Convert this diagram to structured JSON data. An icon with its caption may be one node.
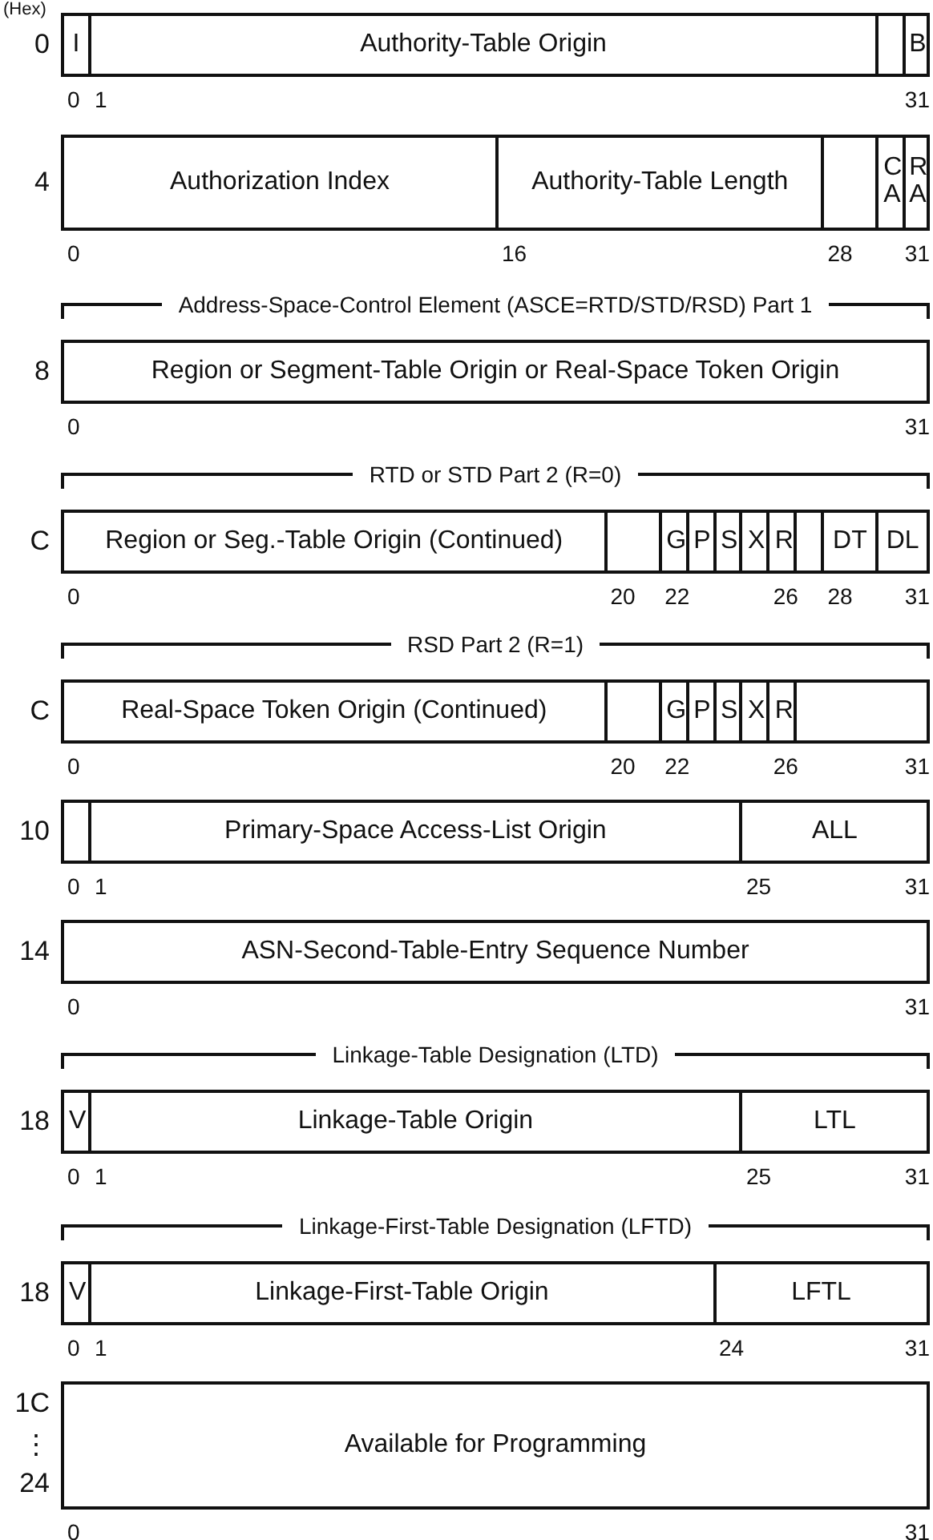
{
  "diagram": {
    "nodes": [
      {
        "text": [
          "I"
        ]
      },
      {
        "text": [
          "Authority-Table Origin"
        ]
      },
      {
        "text": [],
        "shape": "box"
      },
      {
        "text": [
          "B"
        ]
      },
      {
        "text": [
          "Authorization Index"
        ]
      },
      {
        "text": [
          "Authority-Table Length"
        ]
      },
      {
        "text": [],
        "shape": "box"
      },
      {
        "text": [
          "C A"
        ]
      },
      {
        "text": [
          "R A"
        ]
      },
      {
        "text": [
          "Region or Segment-Table Origin or Real-Space Token Origin"
        ]
      },
      {
        "text": [
          "Region or Seg.-Table Origin (Continued)"
        ]
      },
      {
        "text": [],
        "shape": "box"
      },
      {
        "text": [
          "G"
        ]
      },
      {
        "text": [
          "P"
        ]
      },
      {
        "text": [
          "S"
        ]
      },
      {
        "text": [
          "X"
        ]
      },
      {
        "text": [
          "R"
        ]
      },
      {
        "text": [],
        "shape": "box"
      },
      {
        "text": [
          "DT"
        ]
      },
      {
        "text": [
          "DL"
        ]
      },
      {
        "text": [
          "Real-Space Token Origin (Continued)"
        ]
      },
      {
        "text": [],
        "shape": "box"
      },
      {
        "text": [
          "G"
        ]
      },
      {
        "text": [
          "P"
        ]
      },
      {
        "text": [
          "S"
        ]
      },
      {
        "text": [
          "X"
        ]
      },
      {
        "text": [
          "R"
        ]
      },
      {
        "text": [],
        "shape": "box"
      },
      {
        "text": [],
        "shape": "box"
      },
      {
        "text": [
          "Primary-Space Access-List Origin"
        ]
      },
      {
        "text": [
          "ALL"
        ]
      },
      {
        "text": [
          "ASN-Second-Table-Entry Sequence Number"
        ]
      },
      {
        "text": [
          "V"
        ]
      },
      {
        "text": [
          "Linkage-Table Origin"
        ]
      },
      {
        "text": [
          "LTL"
        ]
      },
      {
        "text": [
          "V"
        ]
      },
      {
        "text": [
          "Linkage-First-Table Origin"
        ]
      },
      {
        "text": [
          "LFTL"
        ]
      },
      {
        "text": [
          "Available for Programming"
        ]
      }
    ],
    "labels": [
      "(Hex)",
      "0",
      "0",
      "1",
      "31",
      "4",
      "0",
      "16",
      "28",
      "31",
      "Address-Space-Control Element (ASCE=RTD/STD/RSD) Part 1",
      "8",
      "0",
      "31",
      "RTD or STD Part 2 (R=0)",
      "C",
      "0",
      "20",
      "22",
      "26",
      "28",
      "31",
      "RSD Part 2 (R=1)",
      "C",
      "0",
      "20",
      "22",
      "26",
      "31",
      "10",
      "0",
      "1",
      "25",
      "31",
      "14",
      "0",
      "31",
      "Linkage-Table Designation (LTD)",
      "18",
      "0",
      "1",
      "25",
      "31",
      "Linkage-First-Table Designation (LFTD)",
      "18",
      "0",
      "1",
      "24",
      "31",
      "1C",
      "⋮",
      "24",
      "0",
      "31"
    ]
  }
}
